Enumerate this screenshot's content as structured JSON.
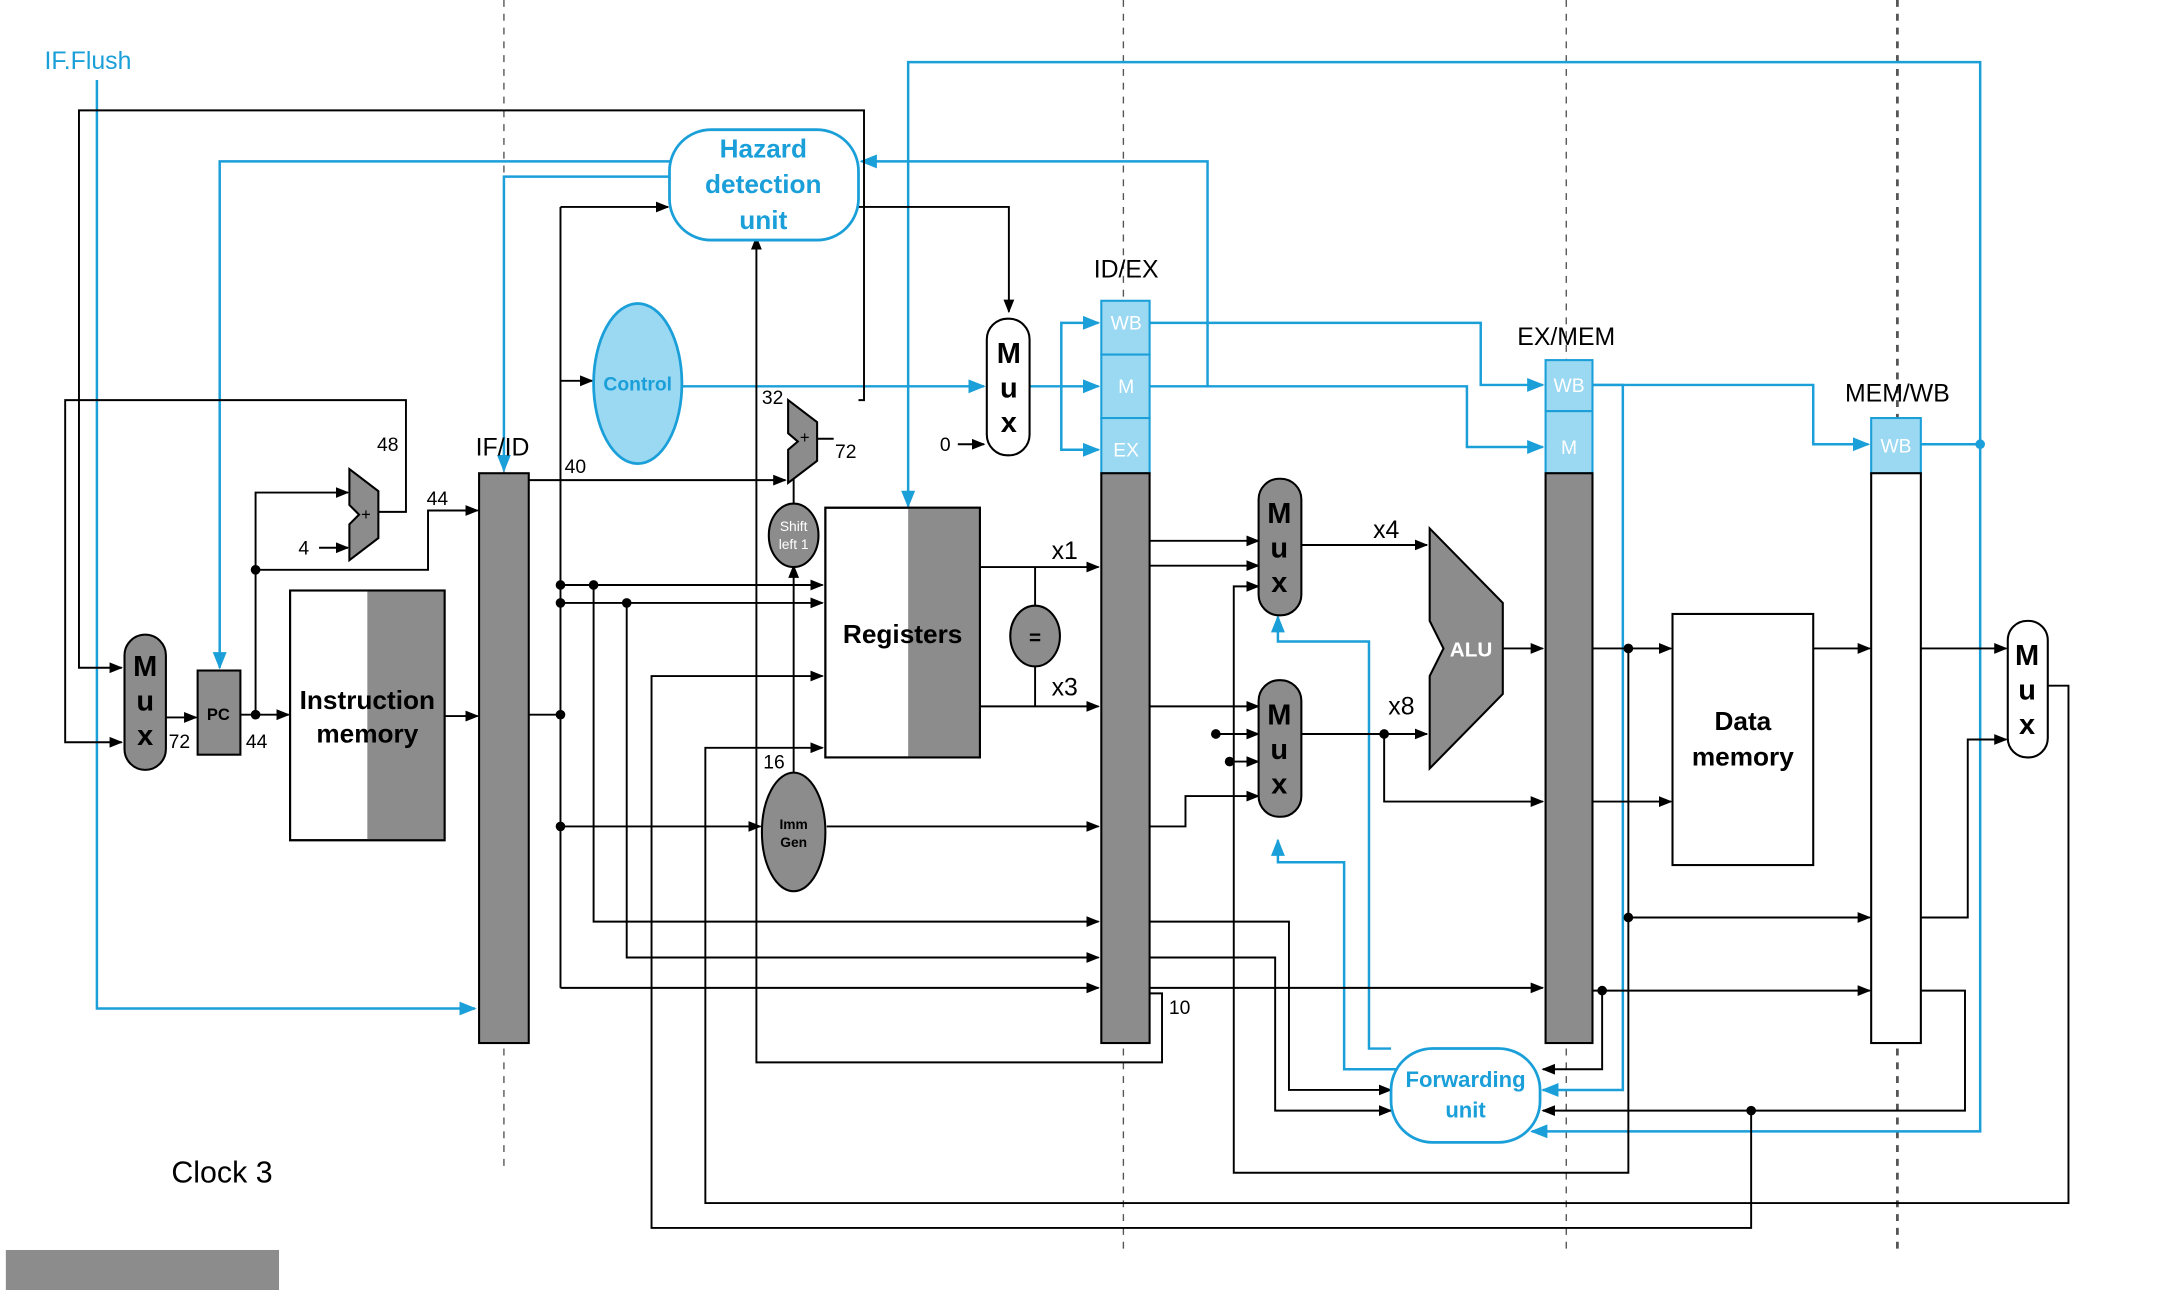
{
  "signals": {
    "if_flush": "IF.Flush",
    "clock": "Clock 3"
  },
  "units": {
    "hazard_line1": "Hazard",
    "hazard_line2": "detection",
    "hazard_line3": "unit",
    "control": "Control",
    "registers": "Registers",
    "instr_line1": "Instruction",
    "instr_line2": "memory",
    "data_line1": "Data",
    "data_line2": "memory",
    "alu": "ALU",
    "pc": "PC",
    "equal": "=",
    "shift_line1": "Shift",
    "shift_line2": "left 1",
    "imm_line1": "Imm",
    "imm_line2": "Gen",
    "forward_line1": "Forwarding",
    "forward_line2": "unit",
    "adder": "+",
    "mux_m": "M",
    "mux_u": "u",
    "mux_x": "x"
  },
  "pipeline_registers": {
    "if_id": "IF/ID",
    "id_ex": "ID/EX",
    "ex_mem": "EX/MEM",
    "mem_wb": "MEM/WB"
  },
  "control_fields": {
    "wb": "WB",
    "m": "M",
    "ex": "EX"
  },
  "values": {
    "v48": "48",
    "v44a": "44",
    "v4": "4",
    "v72a": "72",
    "v44b": "44",
    "v40": "40",
    "v32": "32",
    "v72b": "72",
    "v0": "0",
    "v16": "16",
    "v10": "10",
    "x1": "x1",
    "x3": "x3",
    "x4": "x4",
    "x8": "x8"
  },
  "colors": {
    "accent_blue": "#1a9fd9",
    "light_blue": "#9bd8f2",
    "gray": "#8c8c8c"
  }
}
